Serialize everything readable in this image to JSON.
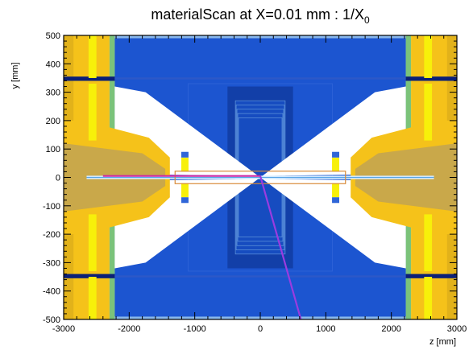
{
  "chart_data": {
    "type": "heatmap",
    "title_main": "materialScan at X=0.01 mm : 1/X",
    "title_sub": "0",
    "xlabel": "z [mm]",
    "ylabel": "y [mm]",
    "xlim": [
      -3000,
      3000
    ],
    "ylim": [
      -500,
      500
    ],
    "x_ticks": [
      -3000,
      -2000,
      -1000,
      0,
      1000,
      2000,
      3000
    ],
    "y_ticks": [
      -500,
      -400,
      -300,
      -200,
      -100,
      0,
      100,
      200,
      300,
      400,
      500
    ],
    "grid": false,
    "legend": "none",
    "colors": {
      "frame": "#000000",
      "calo_blue": "#1c55d0",
      "inner_blue": "#123fa8",
      "blue_edge": "#6fa4e0",
      "endcap_yellow": "#f5c21a",
      "endcap_dark": "#c9a84a",
      "bright_yellow": "#f7f00a",
      "green": "#7bc37a",
      "navy": "#0a1f77",
      "beampipe": "#cfe8ff",
      "track_magenta": "#cc2aa6",
      "track_purple": "#9a3ce0",
      "marker_orange": "#d88a3a"
    },
    "tracks": [
      {
        "points": [
          [
            -2400,
            5
          ],
          [
            0,
            5
          ]
        ]
      },
      {
        "points": [
          [
            0,
            5
          ],
          [
            620,
            -500
          ]
        ]
      }
    ]
  }
}
